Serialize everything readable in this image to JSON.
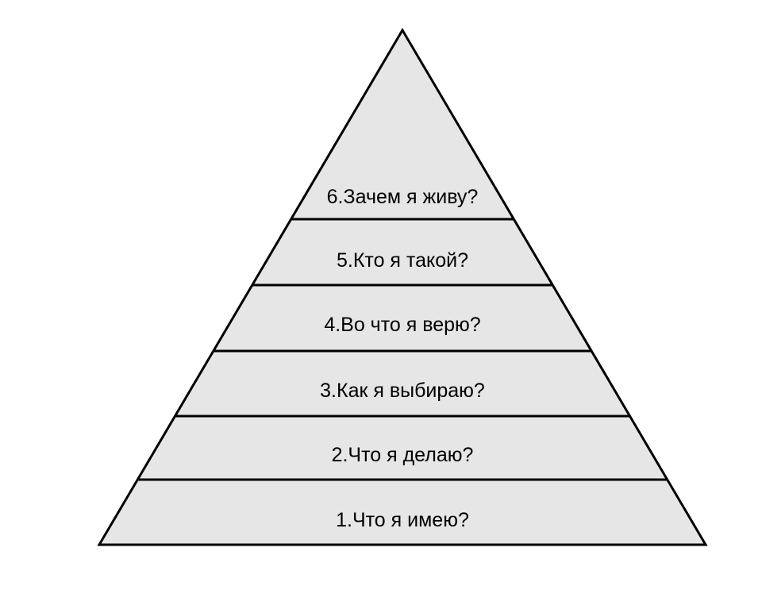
{
  "diagram": {
    "fill_color": "#e6e6e6",
    "stroke_color": "#000000",
    "levels": [
      {
        "label": "6.Зачем я живу?"
      },
      {
        "label": "5.Кто я такой?"
      },
      {
        "label": "4.Во что я верю?"
      },
      {
        "label": "3.Как я выбираю?"
      },
      {
        "label": "2.Что я делаю?"
      },
      {
        "label": "1.Что я имею?"
      }
    ]
  }
}
